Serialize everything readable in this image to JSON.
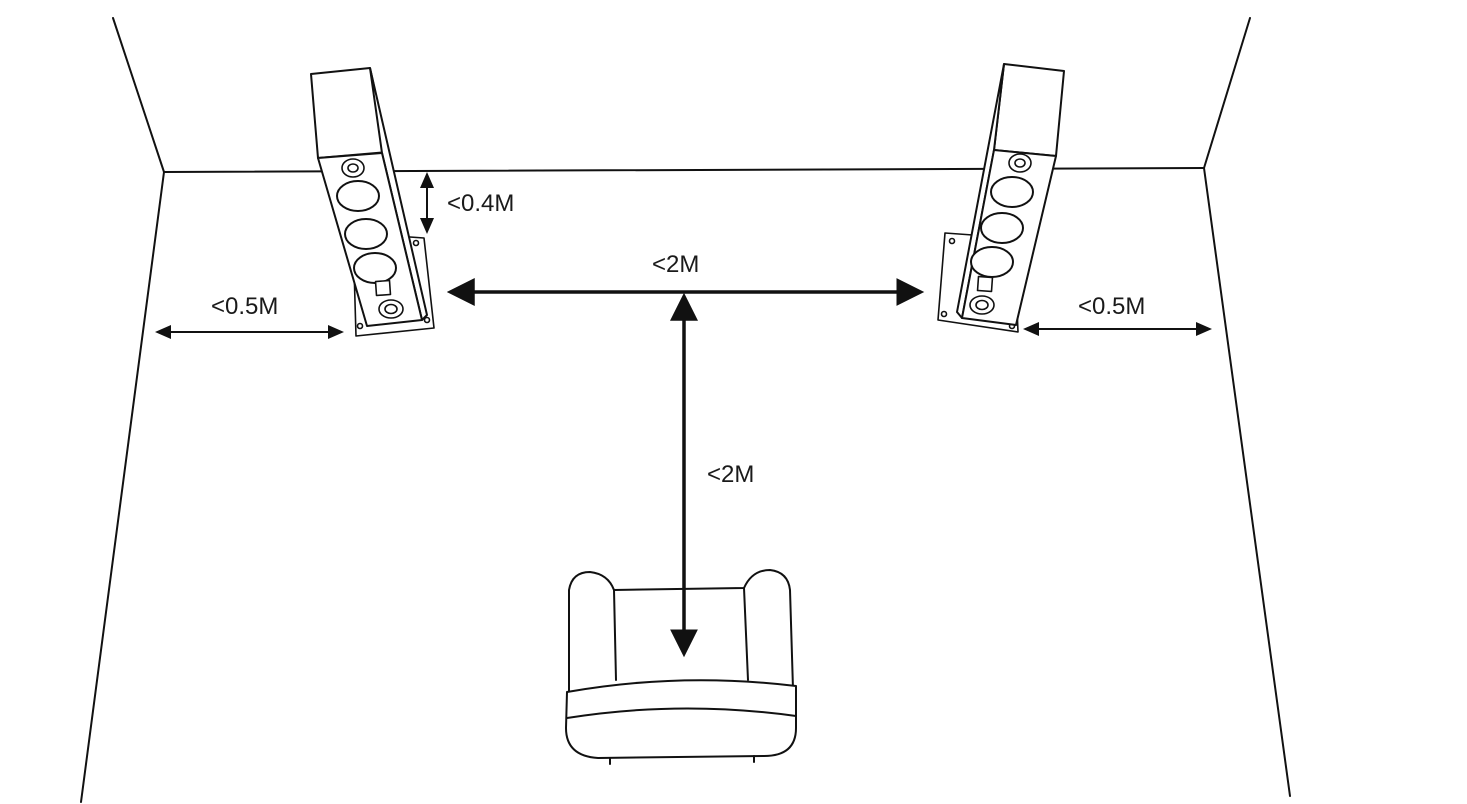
{
  "labels": {
    "left_wall_gap": "<0.5M",
    "right_wall_gap": "<0.5M",
    "back_wall_gap": "<0.4M",
    "speaker_spacing": "<2M",
    "listening_distance": "<2M"
  },
  "colors": {
    "line": "#111111",
    "background": "#ffffff"
  }
}
